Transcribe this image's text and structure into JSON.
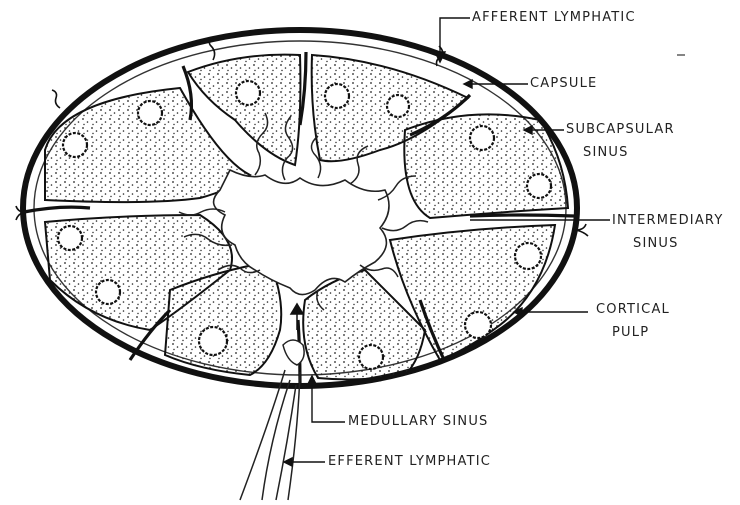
{
  "labels": {
    "afferent_lymphatic": "AFFERENT LYMPHATIC",
    "capsule": "CAPSULE",
    "subcapsular_line1": "SUBCAPSULAR",
    "subcapsular_line2": "SINUS",
    "intermediary_line1": "INTERMEDIARY",
    "intermediary_line2": "SINUS",
    "cortical_line1": "CORTICAL",
    "cortical_line2": "PULP",
    "medullary_sinus": "MEDULLARY SINUS",
    "efferent_lymphatic": "EFFERENT LYMPHATIC"
  },
  "colors": {
    "ink": "#222222",
    "lobule_fill": "#f3f3f3",
    "background": "#ffffff"
  }
}
